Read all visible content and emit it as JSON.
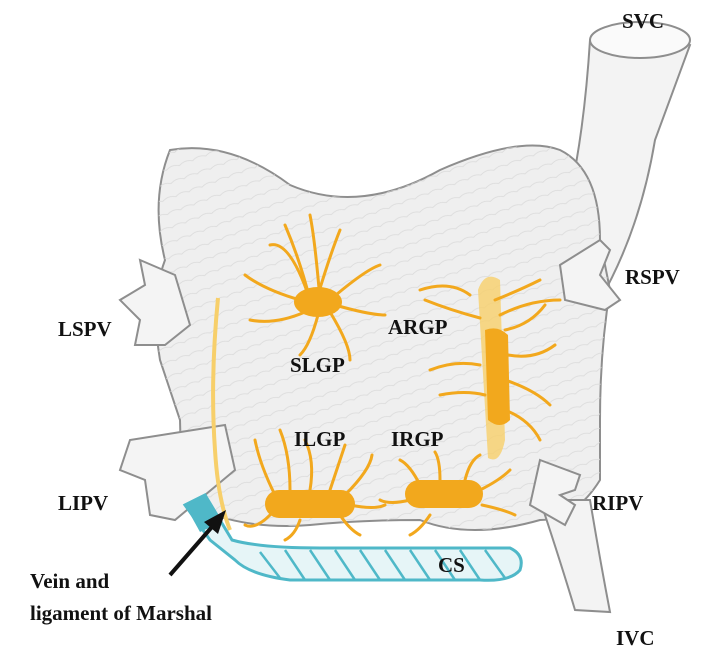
{
  "labels": {
    "svc": "SVC",
    "rspv": "RSPV",
    "lspv": "LSPV",
    "argp": "ARGP",
    "slgp": "SLGP",
    "ilgp": "ILGP",
    "irgp": "IRGP",
    "lipv": "LIPV",
    "ripv": "RIPV",
    "cs": "CS",
    "ivc": "IVC",
    "marshal_line1": "Vein and",
    "marshal_line2": "ligament of Marshal"
  },
  "colors": {
    "ganglia": "#f2a81d",
    "ganglia_light": "#f7cf6a",
    "coronary_sinus": "#4fb8c8",
    "outline": "#8e8e8e",
    "atrium_fill": "#efefef",
    "text": "#111111"
  }
}
